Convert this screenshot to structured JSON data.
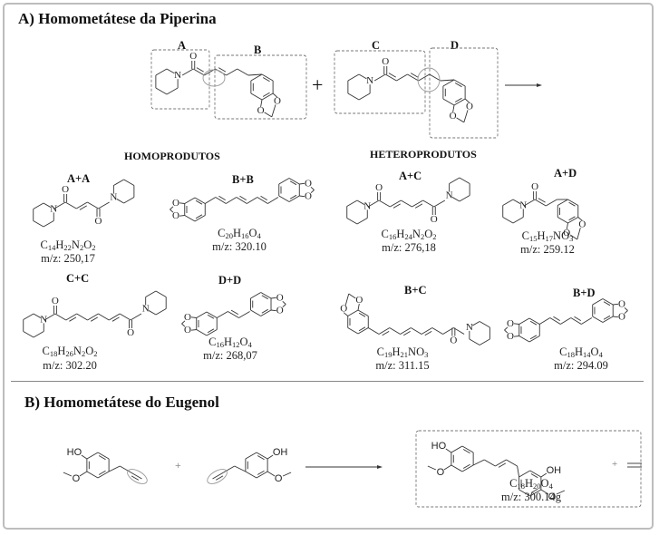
{
  "section_a": {
    "title": "A) Homometátese da Piperina",
    "reactant_labels": [
      "A",
      "B",
      "C",
      "D"
    ],
    "plus": "+",
    "homo_title": "HOMOPRODUTOS",
    "hetero_title": "HETEROPRODUTOS",
    "products": [
      {
        "id": "A+A",
        "label": "A+A",
        "formula": [
          [
            "C",
            "14"
          ],
          [
            "H",
            "22"
          ],
          [
            "N",
            "2"
          ],
          [
            "O",
            "2"
          ]
        ],
        "mz": "m/z: 250,17"
      },
      {
        "id": "B+B",
        "label": "B+B",
        "formula": [
          [
            "C",
            "20"
          ],
          [
            "H",
            "16"
          ],
          [
            "O",
            "4"
          ]
        ],
        "mz": "m/z: 320.10"
      },
      {
        "id": "A+C",
        "label": "A+C",
        "formula": [
          [
            "C",
            "16"
          ],
          [
            "H",
            "24"
          ],
          [
            "N",
            "2"
          ],
          [
            "O",
            "2"
          ]
        ],
        "mz": "m/z: 276,18"
      },
      {
        "id": "A+D",
        "label": "A+D",
        "formula": [
          [
            "C",
            "15"
          ],
          [
            "H",
            "17"
          ],
          [
            "N",
            ""
          ],
          [
            "O",
            "3"
          ]
        ],
        "mz": "m/z: 259.12"
      },
      {
        "id": "C+C",
        "label": "C+C",
        "formula": [
          [
            "C",
            "18"
          ],
          [
            "H",
            "26"
          ],
          [
            "N",
            "2"
          ],
          [
            "O",
            "2"
          ]
        ],
        "mz": "m/z: 302.20"
      },
      {
        "id": "D+D",
        "label": "D+D",
        "formula": [
          [
            "C",
            "16"
          ],
          [
            "H",
            "12"
          ],
          [
            "O",
            "4"
          ]
        ],
        "mz": "m/z: 268,07"
      },
      {
        "id": "B+C",
        "label": "B+C",
        "formula": [
          [
            "C",
            "19"
          ],
          [
            "H",
            "21"
          ],
          [
            "N",
            ""
          ],
          [
            "O",
            "3"
          ]
        ],
        "mz": "m/z: 311.15"
      },
      {
        "id": "B+D",
        "label": "B+D",
        "formula": [
          [
            "C",
            "18"
          ],
          [
            "H",
            "14"
          ],
          [
            "O",
            "4"
          ]
        ],
        "mz": "m/z: 294.09"
      }
    ]
  },
  "section_b": {
    "title": "B) Homometátese do Eugenol",
    "plus": "+",
    "product": {
      "formula": [
        [
          "C",
          "18"
        ],
        [
          "H",
          "20"
        ],
        [
          "O",
          "4"
        ]
      ],
      "mz": "m/z: 300.14g"
    },
    "byproduct_plus": "+"
  },
  "atoms": {
    "oxygen": "O",
    "nitrogen": "N",
    "hydroxyl_left": "HO",
    "hydroxyl_right": "OH"
  }
}
